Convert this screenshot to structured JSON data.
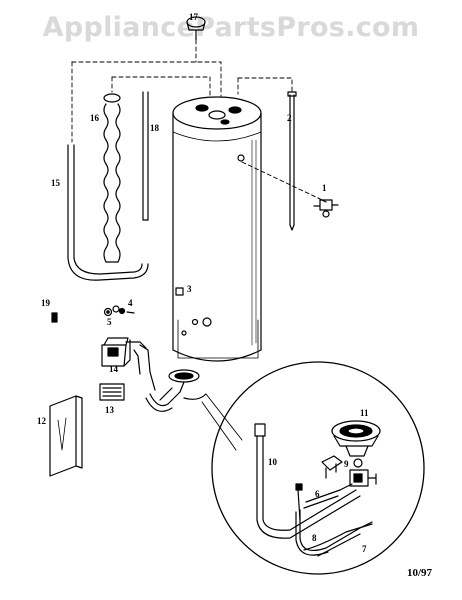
{
  "watermark": "AppliancePartsPros.com",
  "date_code": "10/97",
  "callouts": {
    "1": "1",
    "2": "2",
    "3": "3",
    "4": "4",
    "5": "5",
    "6": "6",
    "7": "7",
    "8": "8",
    "9": "9",
    "10": "10",
    "11": "11",
    "12": "12",
    "13": "13",
    "14": "14",
    "15": "15",
    "16": "16",
    "17": "17",
    "18": "18",
    "19": "19"
  }
}
